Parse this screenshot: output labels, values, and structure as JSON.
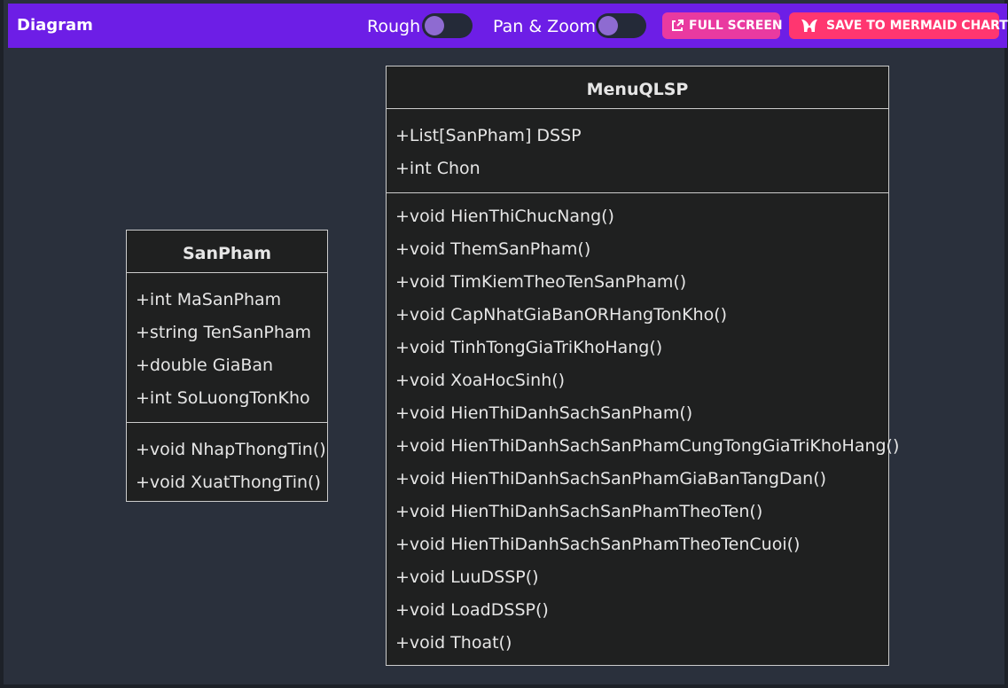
{
  "header": {
    "title": "Diagram",
    "rough_label": "Rough",
    "pan_zoom_label": "Pan & Zoom",
    "rough_enabled": false,
    "pan_zoom_enabled": false,
    "fullscreen_label": "FULL SCREEN",
    "save_label": "SAVE TO MERMAID CHART",
    "fullscreen_icon": "external-link-icon",
    "save_icon": "mermaid-logo-icon"
  },
  "colors": {
    "header_bg": "#6d1ee6",
    "canvas_bg": "#2a303c",
    "box_bg": "#1f2020",
    "box_border": "#cccccc",
    "fullscreen_bg": "#e93aa0",
    "save_bg": "#ff3670",
    "toggle_bg": "#242a38",
    "toggle_knob": "#8e6bd1"
  },
  "diagram": {
    "classes": [
      {
        "name": "SanPham",
        "attributes": [
          "+int MaSanPham",
          "+string TenSanPham",
          "+double GiaBan",
          "+int SoLuongTonKho"
        ],
        "methods": [
          "+void NhapThongTin()",
          "+void XuatThongTin()"
        ]
      },
      {
        "name": "MenuQLSP",
        "attributes": [
          "+List[SanPham] DSSP",
          "+int Chon"
        ],
        "methods": [
          "+void HienThiChucNang()",
          "+void ThemSanPham()",
          "+void TimKiemTheoTenSanPham()",
          "+void CapNhatGiaBanORHangTonKho()",
          "+void TinhTongGiaTriKhoHang()",
          "+void XoaHocSinh()",
          "+void HienThiDanhSachSanPham()",
          "+void HienThiDanhSachSanPhamCungTongGiaTriKhoHang()",
          "+void HienThiDanhSachSanPhamGiaBanTangDan()",
          "+void HienThiDanhSachSanPhamTheoTen()",
          "+void HienThiDanhSachSanPhamTheoTenCuoi()",
          "+void LuuDSSP()",
          "+void LoadDSSP()",
          "+void Thoat()"
        ]
      }
    ]
  }
}
